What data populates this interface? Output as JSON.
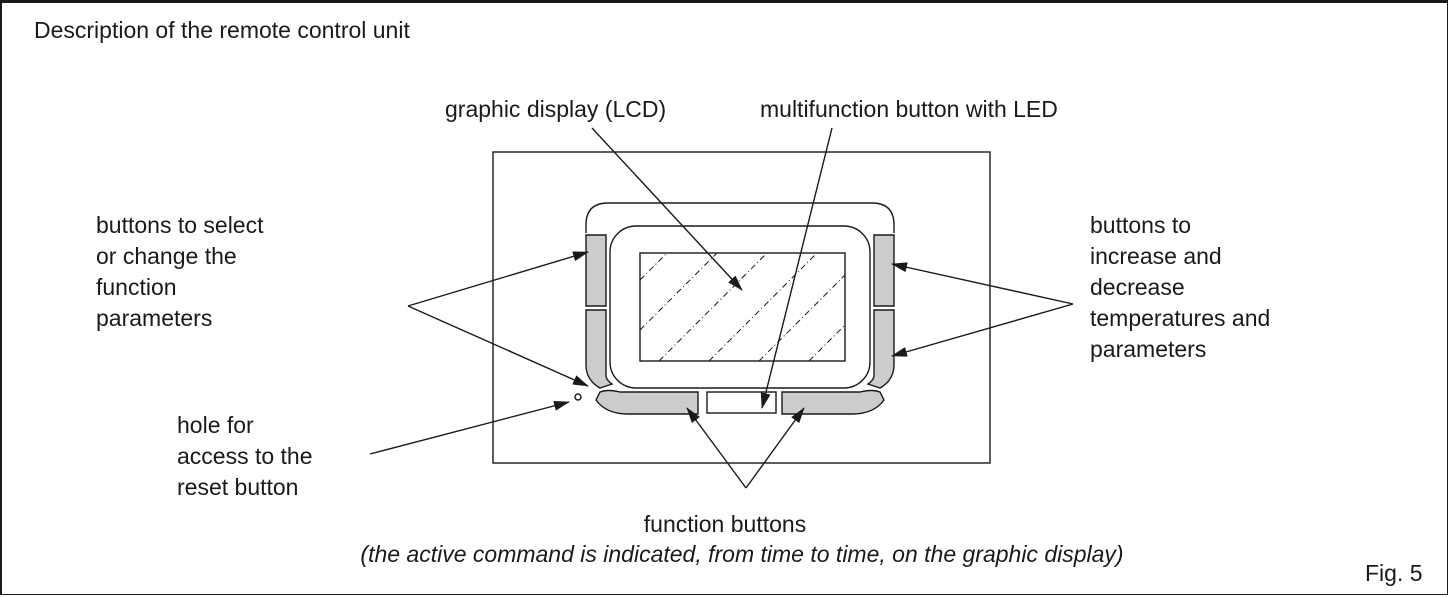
{
  "title": "Description of the remote control unit",
  "figure_label": "Fig. 5",
  "labels": {
    "lcd": "graphic display (LCD)",
    "multifunction": "multifunction button with LED",
    "select_change": [
      "buttons to select",
      "or change the",
      "function",
      "parameters"
    ],
    "increase_decrease": [
      "buttons to",
      "increase and",
      "decrease",
      "temperatures and",
      "parameters"
    ],
    "reset_hole": [
      "hole for",
      "access to the",
      "reset button"
    ],
    "function_buttons": "function buttons",
    "caption": "(the active command is indicated, from time to time, on the graphic display)"
  },
  "colors": {
    "button_fill": "#cccccc",
    "line": "#1a1a1a"
  }
}
